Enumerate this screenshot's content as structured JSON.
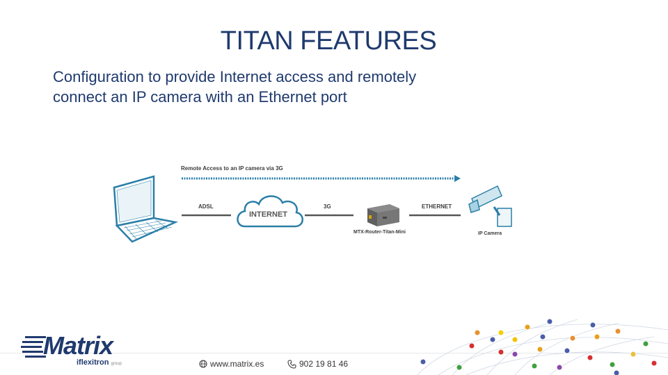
{
  "slide": {
    "title": "TITAN FEATURES",
    "body": "Configuration to provide Internet access and remotely connect an IP camera with an Ethernet port"
  },
  "diagram": {
    "heading": "Remote Access to an IP camera via 3G",
    "adsl_label": "ADSL",
    "cloud_label": "INTERNET",
    "g3_label": "3G",
    "ethernet_label": "ETHERNET",
    "router_label": "MTX-Router-Titan-Mini",
    "camera_label": "IP Camera",
    "accent_color": "#2a7fa8",
    "icons": [
      "laptop-icon",
      "cloud-icon",
      "router-icon",
      "ip-camera-icon"
    ]
  },
  "footer": {
    "logo_text": "Matrix",
    "logo_sub": "iflexitron",
    "logo_group": "group",
    "website": "www.matrix.es",
    "phone": "902 19 81 46",
    "icons": [
      "globe-icon",
      "phone-icon"
    ]
  }
}
